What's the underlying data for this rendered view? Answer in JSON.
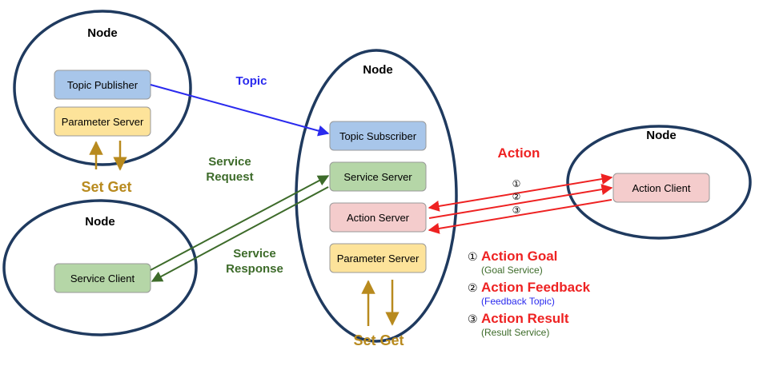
{
  "colors": {
    "node_stroke": "#1f3a5f",
    "topic": "#2a2aee",
    "service": "#3d6b2a",
    "action": "#ee2222",
    "param": "#b88a1e",
    "blue_box": "#a8c6ea",
    "green_box": "#b5d6a7",
    "pink_box": "#f4cccc",
    "yellow_box": "#fde39a"
  },
  "nodes": {
    "top_left": {
      "label": "Node",
      "topic_publisher": "Topic Publisher",
      "parameter_server": "Parameter Server",
      "set_get": "Set Get"
    },
    "bottom_left": {
      "label": "Node",
      "service_client": "Service Client"
    },
    "center": {
      "label": "Node",
      "topic_subscriber": "Topic Subscriber",
      "service_server": "Service Server",
      "action_server": "Action Server",
      "parameter_server": "Parameter Server",
      "set_get": "Set Get"
    },
    "right": {
      "label": "Node",
      "action_client": "Action Client"
    }
  },
  "labels": {
    "topic": "Topic",
    "service_request_1": "Service",
    "service_request_2": "Request",
    "service_response_1": "Service",
    "service_response_2": "Response",
    "action": "Action"
  },
  "action_markers": [
    "①",
    "②",
    "③"
  ],
  "legend": [
    {
      "marker": "①",
      "title": "Action Goal",
      "sub": "(Goal Service)",
      "sub_color": "#3d6b2a"
    },
    {
      "marker": "②",
      "title": "Action Feedback",
      "sub": "(Feedback Topic)",
      "sub_color": "#2a2aee"
    },
    {
      "marker": "③",
      "title": "Action Result",
      "sub": "(Result Service)",
      "sub_color": "#3d6b2a"
    }
  ]
}
